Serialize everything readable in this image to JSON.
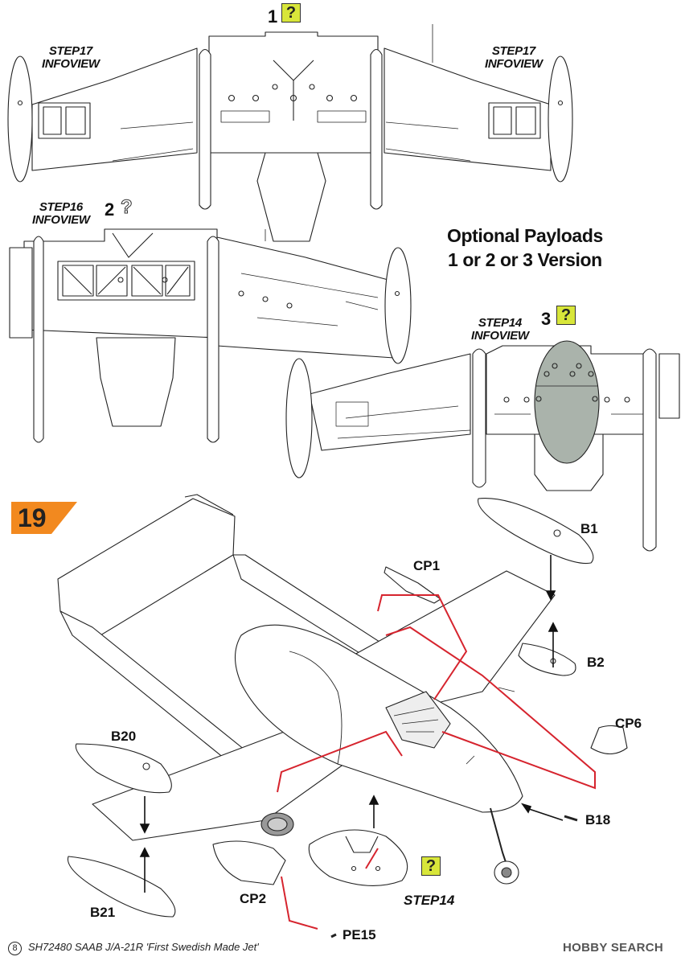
{
  "views": {
    "v1": {
      "number": "1",
      "question": "?",
      "left_label": "STEP17\nINFOVIEW",
      "right_label": "STEP17\nINFOVIEW"
    },
    "v2": {
      "number": "2",
      "question": "?",
      "label": "STEP16\nINFOVIEW"
    },
    "v3": {
      "number": "3",
      "question": "?",
      "label": "STEP14\nINFOVIEW"
    }
  },
  "optional": {
    "line1": "Optional Payloads",
    "line2": "1 or 2 or 3 Version"
  },
  "step": {
    "number": "19"
  },
  "parts": {
    "b1": "B1",
    "cp1": "CP1",
    "b2": "B2",
    "cp6": "CP6",
    "b20": "B20",
    "b18": "B18",
    "b21": "B21",
    "cp2": "CP2",
    "pe15": "PE15",
    "step14": "STEP14",
    "step14_q": "?"
  },
  "footer": {
    "page": "8",
    "text": "SH72480 SAAB J/A-21R 'First Swedish Made Jet'",
    "watermark": "HOBBY SEARCH"
  },
  "colors": {
    "accent": "#f2891f",
    "callout": "#d6242e",
    "payload": "#aab3ab",
    "question_box": "#d8e63a"
  }
}
